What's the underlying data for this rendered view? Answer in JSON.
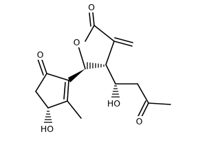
{
  "molecule": {
    "atom_labels": {
      "lactone_carbonyl_o": "O",
      "ring_oxygen": "O",
      "cyclopentenone_o": "O",
      "side_chain_hydroxyl": "HO",
      "ring_hydroxyl": "HO",
      "ketone_o": "O"
    }
  }
}
